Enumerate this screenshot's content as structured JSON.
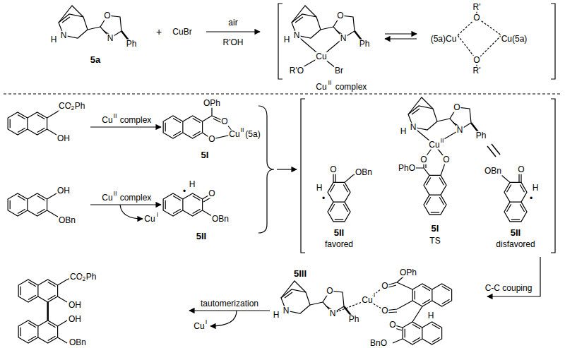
{
  "diagram": {
    "labels": [
      "N",
      "H",
      "O",
      "N",
      "Ph",
      "5a",
      "+",
      "CuBr",
      "air",
      "R'OH",
      "H",
      "N",
      "O",
      "N",
      "Ph",
      "Cu",
      "R'O",
      "Br",
      "(5a)Cu",
      "R'",
      "O",
      "O",
      "R'",
      "Cu(5a)",
      "Cu",
      "II",
      "complex",
      "CO",
      "2",
      "Ph",
      "OH",
      "Cu",
      "II",
      "complex",
      "OPh",
      "O",
      "O",
      "Cu",
      "II",
      "(5a)",
      "5I",
      "OH",
      "OBn",
      "Cu",
      "II",
      "complex",
      "Cu",
      "I",
      "H",
      "•",
      "O",
      "OBn",
      "5II",
      "H",
      "N",
      "O",
      "N",
      "Ph",
      "Cu",
      "II",
      "O",
      "O",
      "PhO",
      "O",
      "OBn",
      "H",
      "•",
      "O",
      "OBn",
      "H",
      "•",
      "5II",
      "favored",
      "5I",
      "TS",
      "5II",
      "disfavored",
      "C-C couping",
      "H",
      "N",
      "O",
      "N",
      "Ph",
      "Cu",
      "I",
      "O",
      "O",
      "OPh",
      "H",
      "O",
      "BnO",
      "5III",
      "tautomerization",
      "Cu",
      "I",
      "CO",
      "2",
      "Ph",
      "OH",
      "OH",
      "OBn"
    ]
  }
}
